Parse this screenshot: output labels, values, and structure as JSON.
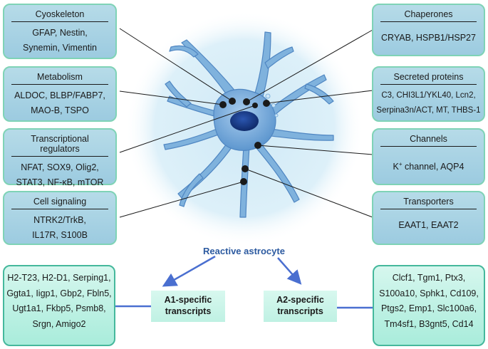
{
  "boxes": {
    "cytoskeleton": {
      "title": "Cyoskeleton",
      "lines": [
        "GFAP, Nestin,",
        "Synemin, Vimentin"
      ]
    },
    "metabolism": {
      "title": "Metabolism",
      "lines": [
        "ALDOC, BLBP/FABP7,",
        "MAO-B, TSPO"
      ]
    },
    "transcriptional": {
      "title": "Transcriptional regulators",
      "lines": [
        "NFAT, SOX9, Olig2,",
        "STAT3, NF-κB, mTOR"
      ]
    },
    "cell_signaling": {
      "title": "Cell signaling",
      "lines": [
        "NTRK2/TrkB,",
        "IL17R, S100B"
      ]
    },
    "chaperones": {
      "title": "Chaperones",
      "lines": [
        "CRYAB, HSPB1/HSP27"
      ]
    },
    "secreted": {
      "title": "Secreted proteins",
      "lines": [
        "C3, CHI3L1/YKL40, Lcn2,",
        "Serpina3n/ACT, MT, THBS-1"
      ]
    },
    "channels": {
      "title": "Channels",
      "k": "K",
      "k_sup": "+",
      "k_rest": " channel, AQP4"
    },
    "transporters": {
      "title": "Transporters",
      "lines": [
        "EAAT1, EAAT2"
      ]
    }
  },
  "center_label": "Reactive astrocyte",
  "a1": {
    "label_lines": [
      "A1-specific",
      "transcripts"
    ],
    "genes": [
      "H2-T23, H2-D1, Serping1,",
      "Ggta1, Iigp1, Gbp2, Fbln5,",
      "Ugt1a1, Fkbp5, Psmb8,",
      "Srgn, Amigo2"
    ]
  },
  "a2": {
    "label_lines": [
      "A2-specific",
      "transcripts"
    ],
    "genes": [
      "Clcf1, Tgm1, Ptx3,",
      "S100a10, Sphk1, Cd109,",
      "Ptgs2, Emp1, Slc100a6,",
      "Tm4sf1, B3gnt5, Cd14"
    ]
  },
  "colors": {
    "info_box": "#a7d2e4",
    "info_border": "#7fd3b6",
    "transcript_box": "#bff1e3",
    "transcript_border": "#45b89c",
    "cell": "#7fb2dd",
    "nucleus": "#1a3d8a",
    "arrow": "#4a6fd0",
    "label_blue": "#2c5aa0"
  }
}
